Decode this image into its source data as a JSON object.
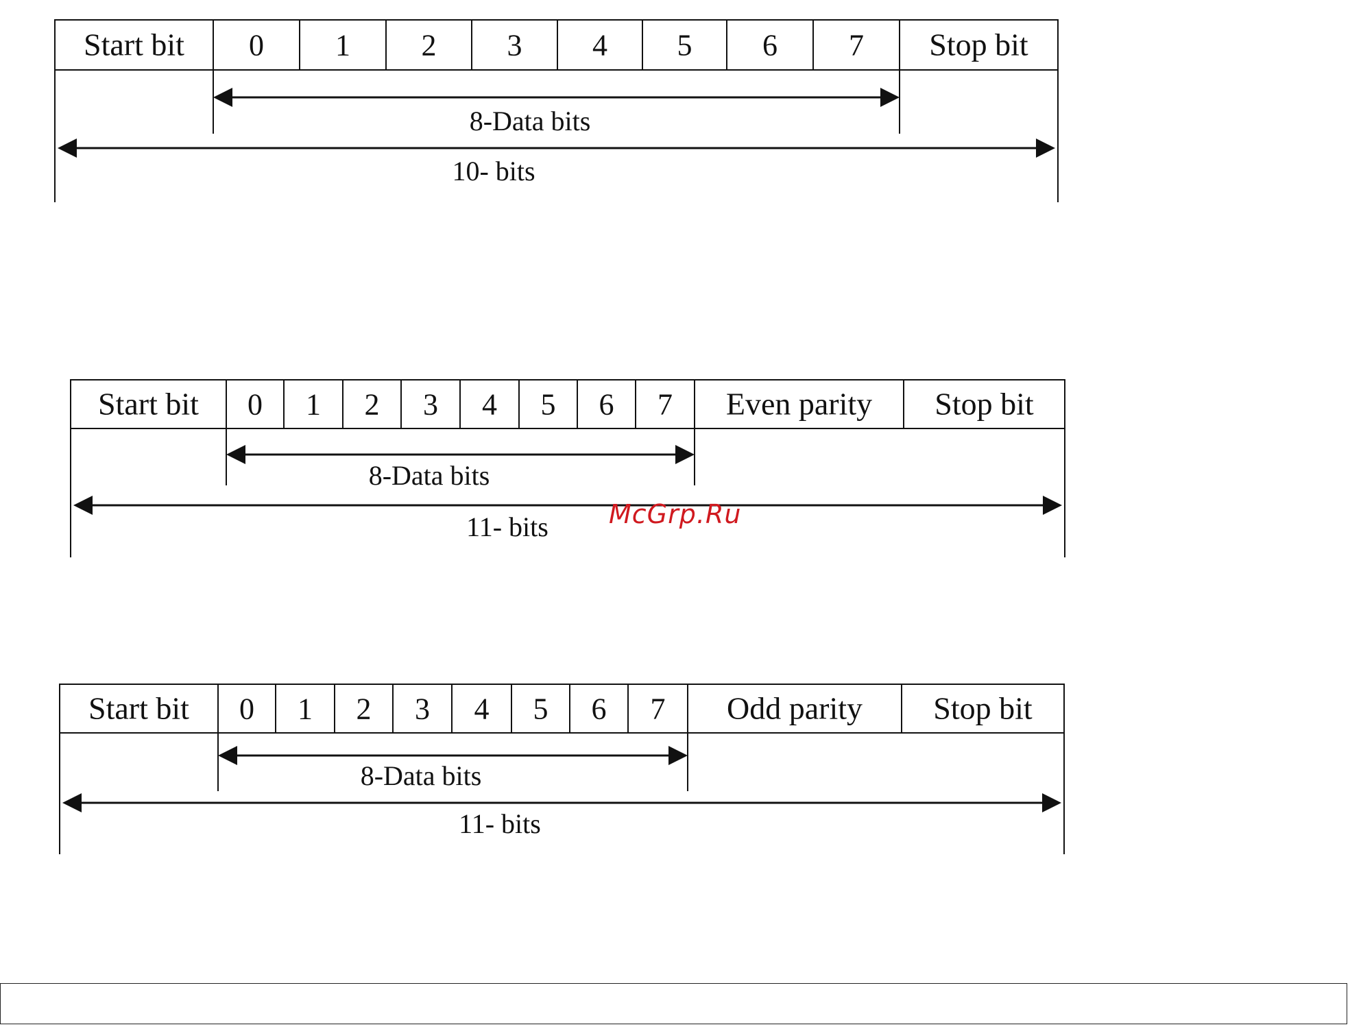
{
  "watermark": "McGrp.Ru",
  "frames": [
    {
      "cells": [
        "Start bit",
        "0",
        "1",
        "2",
        "3",
        "4",
        "5",
        "6",
        "7",
        "Stop bit"
      ],
      "data_label": "8-Data bits",
      "total_label": "10- bits"
    },
    {
      "cells": [
        "Start bit",
        "0",
        "1",
        "2",
        "3",
        "4",
        "5",
        "6",
        "7",
        "Even parity",
        "Stop bit"
      ],
      "data_label": "8-Data bits",
      "total_label": "11- bits"
    },
    {
      "cells": [
        "Start bit",
        "0",
        "1",
        "2",
        "3",
        "4",
        "5",
        "6",
        "7",
        "Odd parity",
        "Stop bit"
      ],
      "data_label": "8-Data bits",
      "total_label": "11- bits"
    }
  ]
}
